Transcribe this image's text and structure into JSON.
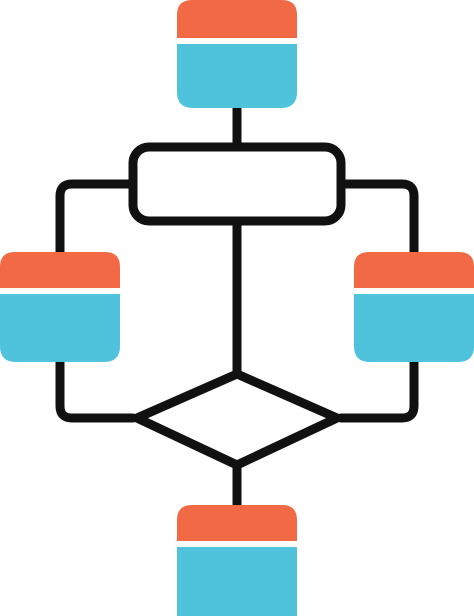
{
  "diagram": {
    "nodes": [
      {
        "id": "top-block",
        "shape": "rounded-card"
      },
      {
        "id": "process-box",
        "shape": "rounded-rectangle"
      },
      {
        "id": "left-block",
        "shape": "rounded-card"
      },
      {
        "id": "right-block",
        "shape": "rounded-card"
      },
      {
        "id": "decision-diamond",
        "shape": "diamond"
      },
      {
        "id": "bottom-block",
        "shape": "rounded-card"
      }
    ],
    "edges": [
      {
        "from": "top-block",
        "to": "process-box"
      },
      {
        "from": "process-box",
        "to": "left-block"
      },
      {
        "from": "process-box",
        "to": "right-block"
      },
      {
        "from": "process-box",
        "to": "decision-diamond"
      },
      {
        "from": "left-block",
        "to": "decision-diamond"
      },
      {
        "from": "right-block",
        "to": "decision-diamond"
      },
      {
        "from": "decision-diamond",
        "to": "bottom-block"
      }
    ]
  },
  "colors": {
    "line": "#111111",
    "card_top": "#f26a45",
    "card_bottom": "#4fc3dc",
    "card_divider": "#ffffff",
    "background": "#ffffff"
  }
}
